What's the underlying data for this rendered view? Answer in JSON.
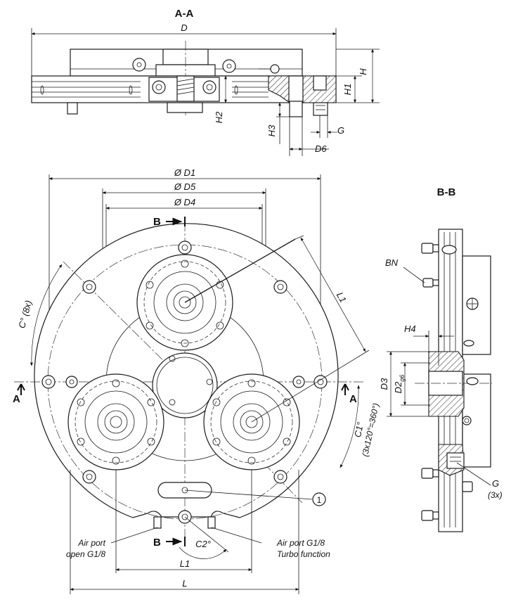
{
  "section_titles": {
    "aa": "A-A",
    "bb": "B-B"
  },
  "section_markers": {
    "a_left": "A",
    "a_right": "A",
    "b_top": "B",
    "b_bottom": "B"
  },
  "dimensions_top": {
    "D": "D",
    "H": "H",
    "H1": "H1",
    "H2": "H2",
    "H3": "H3",
    "G": "G",
    "D6": "D6"
  },
  "dimensions_front": {
    "D1": "Ø D1",
    "D5": "Ø D5",
    "D4": "Ø D4",
    "L1_diag": "L1",
    "C_8x": "C° (8x)",
    "C1": "C1°",
    "C1_note": "(3x120°=360°)",
    "C2": "C2°",
    "L1_bottom": "L1",
    "L": "L"
  },
  "dimensions_side": {
    "BN": "BN",
    "H4": "H4",
    "D3": "D3",
    "D2": "D2",
    "D2_sub": "g6",
    "G": "G",
    "G_note": "(3x)"
  },
  "callouts": {
    "item_1": "1",
    "air_port_open_line1": "Air port",
    "air_port_open_line2": "open G1/8",
    "air_port_turbo_line1": "Air port G1/8",
    "air_port_turbo_line2": "Turbo function"
  }
}
